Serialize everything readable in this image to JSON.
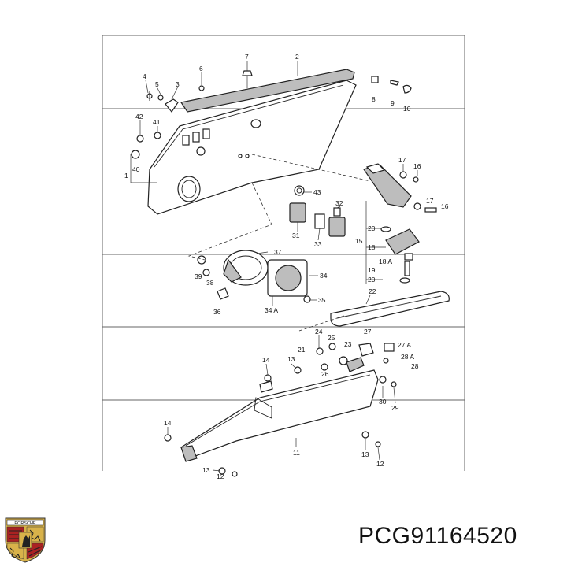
{
  "part_number": "PCG91164520",
  "logo_text": "PORSCHE",
  "callouts": [
    {
      "id": "c-1",
      "text": "1"
    },
    {
      "id": "c-2",
      "text": "2"
    },
    {
      "id": "c-3",
      "text": "3"
    },
    {
      "id": "c-4",
      "text": "4"
    },
    {
      "id": "c-5",
      "text": "5"
    },
    {
      "id": "c-6",
      "text": "6"
    },
    {
      "id": "c-7",
      "text": "7"
    },
    {
      "id": "c-8",
      "text": "8"
    },
    {
      "id": "c-9",
      "text": "9"
    },
    {
      "id": "c-10",
      "text": "10"
    },
    {
      "id": "c-42",
      "text": "42"
    },
    {
      "id": "c-41",
      "text": "41"
    },
    {
      "id": "c-40",
      "text": "40"
    },
    {
      "id": "c-43",
      "text": "43"
    },
    {
      "id": "c-17a",
      "text": "17"
    },
    {
      "id": "c-16a",
      "text": "16"
    },
    {
      "id": "c-17b",
      "text": "17"
    },
    {
      "id": "c-16b",
      "text": "16"
    },
    {
      "id": "c-32",
      "text": "32"
    },
    {
      "id": "c-31",
      "text": "31"
    },
    {
      "id": "c-33",
      "text": "33"
    },
    {
      "id": "c-20a",
      "text": "20"
    },
    {
      "id": "c-15",
      "text": "15"
    },
    {
      "id": "c-18",
      "text": "18"
    },
    {
      "id": "c-18A",
      "text": "18 A"
    },
    {
      "id": "c-19",
      "text": "19"
    },
    {
      "id": "c-20b",
      "text": "20"
    },
    {
      "id": "c-37",
      "text": "37"
    },
    {
      "id": "c-39",
      "text": "39"
    },
    {
      "id": "c-38",
      "text": "38"
    },
    {
      "id": "c-34",
      "text": "34"
    },
    {
      "id": "c-34A",
      "text": "34 A"
    },
    {
      "id": "c-35",
      "text": "35"
    },
    {
      "id": "c-36",
      "text": "36"
    },
    {
      "id": "c-22",
      "text": "22"
    },
    {
      "id": "c-24",
      "text": "24"
    },
    {
      "id": "c-27",
      "text": "27"
    },
    {
      "id": "c-21",
      "text": "21"
    },
    {
      "id": "c-25",
      "text": "25"
    },
    {
      "id": "c-23",
      "text": "23"
    },
    {
      "id": "c-27A",
      "text": "27 A"
    },
    {
      "id": "c-28A",
      "text": "28 A"
    },
    {
      "id": "c-14a",
      "text": "14"
    },
    {
      "id": "c-13a",
      "text": "13"
    },
    {
      "id": "c-26",
      "text": "26"
    },
    {
      "id": "c-28",
      "text": "28"
    },
    {
      "id": "c-30",
      "text": "30"
    },
    {
      "id": "c-29",
      "text": "29"
    },
    {
      "id": "c-14b",
      "text": "14"
    },
    {
      "id": "c-11",
      "text": "11"
    },
    {
      "id": "c-13b",
      "text": "13"
    },
    {
      "id": "c-12a",
      "text": "12"
    },
    {
      "id": "c-13c",
      "text": "13"
    },
    {
      "id": "c-12b",
      "text": "12"
    }
  ]
}
